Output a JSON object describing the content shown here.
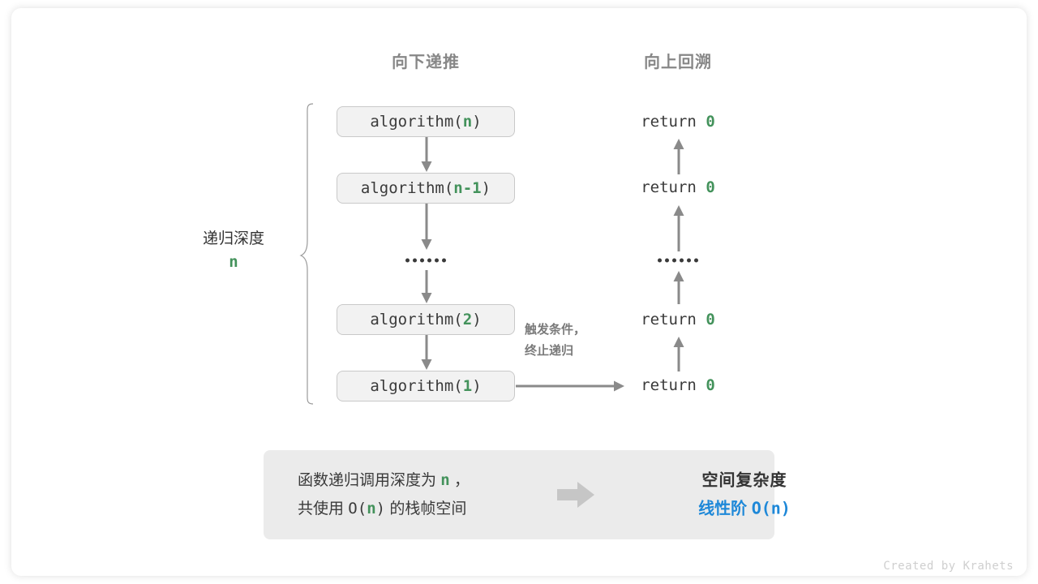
{
  "diagram": {
    "headers": {
      "down": "向下递推",
      "up": "向上回溯"
    },
    "depth_brace": {
      "label": "递归深度",
      "value": "n"
    },
    "call_stack": [
      {
        "fn": "algorithm(",
        "arg": "n",
        "close": ")"
      },
      {
        "fn": "algorithm(",
        "arg": "n-1",
        "close": ")"
      },
      {
        "fn": "algorithm(",
        "arg": "2",
        "close": ")"
      },
      {
        "fn": "algorithm(",
        "arg": "1",
        "close": ")"
      }
    ],
    "returns": [
      {
        "keyword": "return",
        "value": "0"
      },
      {
        "keyword": "return",
        "value": "0"
      },
      {
        "keyword": "return",
        "value": "0"
      },
      {
        "keyword": "return",
        "value": "0"
      }
    ],
    "ellipsis": "••••••",
    "trigger_note": {
      "line1": "触发条件，",
      "line2": "终止递归"
    }
  },
  "summary_panel": {
    "left_line1_a": "函数递归调用深度为",
    "left_line1_n": "n",
    "left_line1_b": "，",
    "left_line2_a": "共使用",
    "left_line2_o": "O(",
    "left_line2_n": "n",
    "left_line2_c": ")",
    "left_line2_b": "的栈帧空间",
    "arrow_icon": "right-block-arrow",
    "right_title": "空间复杂度",
    "right_value_label": "线性阶",
    "right_value_expr": "O(n)"
  },
  "watermark": "Created by Krahets",
  "colors": {
    "green": "#43925b",
    "blue": "#1e88d8",
    "gray_text": "#878787",
    "dark_text": "#333333",
    "arrow_gray": "#8a8a8a",
    "box_fill": "#f2f2f2",
    "box_border": "#c9c9c9",
    "panel_fill": "#ebebeb"
  }
}
